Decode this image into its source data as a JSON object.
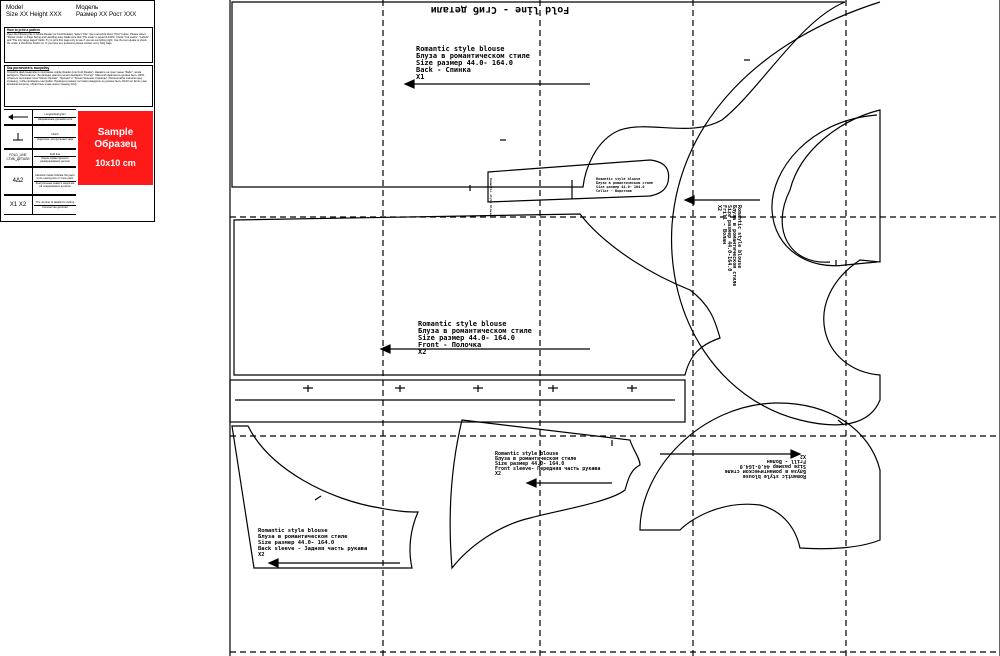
{
  "header": {
    "model_label": "Model",
    "size_label": "Size XX Height XXX",
    "model_label_ru": "Модель",
    "size_label_ru": "Размер XX Рост XXX"
  },
  "instructions_en": {
    "title": "How to print a pattern",
    "body": "Open the following file in Adobe Reader (or Foxit Reader). Select \"File\" menu and click there \"Print\" button. Please select \"Poster mode\" in Page Sizing and Handling area. Make sure that \"Tile scale\" is equal to 100%. Check \"Cut marks\", \"Labels\" and \"Tile only large pages\" fields. Try to print first page only to see if you set everything right. Use the test square to check the scale: it should be 10x10 cm. If you have any questions please contact us by FAQ page."
  },
  "instructions_ru": {
    "title": "Как распечатать выкройку",
    "body": "Откройте файл выкройки в программе Adobe Reader (или Foxit Reader). Нажмите на пункт меню \"Файл\", затем выберите \"Распечатать\". Во вкладке диалога печати выберите \"Постер\". Масштаб фрагмента должен быть 100%. Отметьте галочками поля \"Метки обрезки\", \"Ярлыки\" и \"Только большие страницы\". Распечатайте сначала одну страницу, чтобы проверить настройки. Проверьте размер тестового квадрата: он должен быть 10x10 см. Если у вас возникли вопросы, обратитесь к нам через страницу FAQ."
  },
  "legend": [
    {
      "symbol": "arrow",
      "lines": [
        "Longitudinal grain",
        "Направление долевой нити"
      ]
    },
    {
      "symbol": "notch",
      "lines": [
        "Notch",
        "Надсечка, контрольный знак"
      ]
    },
    {
      "symbol": "text",
      "text": "FOLD_LINE\nСГИБ_ДЕТАЛИ",
      "lines": [
        "Fold line",
        "Линия симметричного разворачивания детали"
      ]
    },
    {
      "symbol": "text",
      "text": "4Δ2",
      "lines": [
        "Identical marks indicate the parts to be sewing two or more parts",
        "Контрольные знаки и надсечки на соединяемых деталях"
      ]
    },
    {
      "symbol": "text",
      "text": "X1 X2",
      "lines": [
        "The number of details for cutting",
        "Количество деталей"
      ]
    }
  ],
  "sample": {
    "line1": "Sample",
    "line2": "Образец",
    "line3": "10x10 cm"
  },
  "fold_line": "Fold line - Сгиб детали",
  "pieces": {
    "back": {
      "lines": [
        "Romantic style blouse",
        "Блуза в романтическом стиле",
        "Size размер        44.0-   164.0",
        "Back - Спинка",
        "X1"
      ]
    },
    "front": {
      "lines": [
        "Romantic style blouse",
        "Блуза в романтическом стиле",
        "Size размер        44.0-   164.0",
        "Front - Полочка",
        "X2"
      ]
    },
    "front_sleeve": {
      "lines": [
        "Romantic style blouse",
        "Блуза в романтическом стиле",
        "Size размер    44.0-    164.0",
        "Front sleeve- Передняя часть рукава",
        "X2"
      ]
    },
    "back_sleeve": {
      "lines": [
        "Romantic style blouse",
        "Блуза в романтическом стиле",
        "Size размер         44.0-    164.0",
        "Back sleeve - Задняя часть рукава",
        "X2"
      ]
    },
    "collar": {
      "lines": [
        "Romantic style blouse",
        "Блуза в романтическом стиле",
        "Size размер 44.0- 164.0",
        "Collar - Воротник",
        "X2"
      ]
    },
    "frill": {
      "lines": [
        "Romantic style blouse",
        "Блуза в романтическом стиле",
        "Size размер 44.0-164.0",
        "Frill - Волан",
        "X2"
      ]
    }
  }
}
